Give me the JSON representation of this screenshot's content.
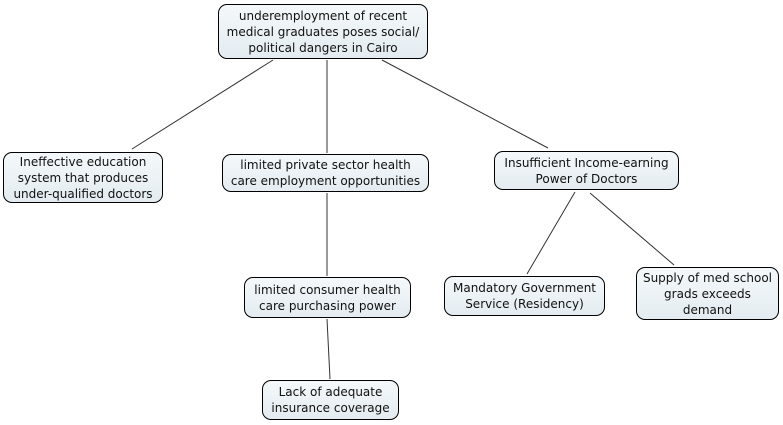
{
  "diagram": {
    "type": "concept-map",
    "background_color": "#ffffff",
    "node_fill_top": "#f4f8fa",
    "node_fill_bottom": "#e4ecf1",
    "node_border_color": "#000000",
    "edge_color": "#333333",
    "text_color": "#111111",
    "nodes": [
      {
        "id": "root",
        "label": "underemployment of recent\nmedical graduates poses social/\npolitical dangers in Cairo"
      },
      {
        "id": "education",
        "label": "Ineffective education\nsystem that produces\nunder-qualified doctors"
      },
      {
        "id": "private",
        "label": "limited private sector health\ncare employment opportunities"
      },
      {
        "id": "income",
        "label": "Insufficient Income-earning\nPower of Doctors"
      },
      {
        "id": "purchasing",
        "label": "limited consumer health\ncare purchasing power"
      },
      {
        "id": "mandatory",
        "label": "Mandatory Government\nService (Residency)"
      },
      {
        "id": "supply",
        "label": "Supply of med school\ngrads exceeds\ndemand"
      },
      {
        "id": "insurance",
        "label": "Lack of adequate\ninsurance coverage"
      }
    ],
    "edges": [
      {
        "from": "root",
        "to": "education"
      },
      {
        "from": "root",
        "to": "private"
      },
      {
        "from": "root",
        "to": "income"
      },
      {
        "from": "private",
        "to": "purchasing"
      },
      {
        "from": "income",
        "to": "mandatory"
      },
      {
        "from": "income",
        "to": "supply"
      },
      {
        "from": "purchasing",
        "to": "insurance"
      }
    ]
  }
}
